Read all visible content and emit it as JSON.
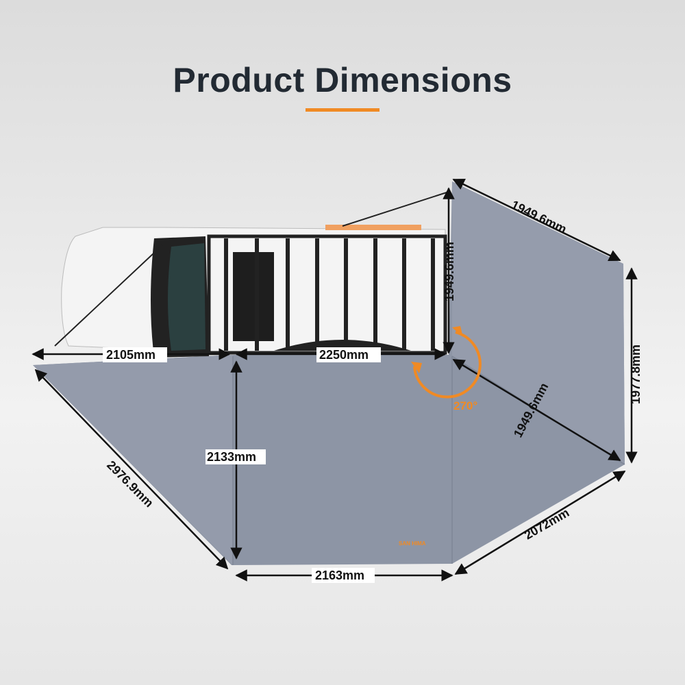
{
  "title": "Product Dimensions",
  "accent_color": "#f08a24",
  "awning_color": "#8c94a4",
  "brand_logo": "SAN HIMA",
  "dimensions": {
    "top_right_edge": "1949.6mm",
    "vertical_side": "1949.6mm",
    "right_side": "1977.8mm",
    "diagonal": "1949.6mm",
    "front": "2105mm",
    "car_side": "2250mm",
    "depth": "2133mm",
    "left_diagonal": "2976.9mm",
    "bottom": "2163mm",
    "bottom_right": "2072mm",
    "angle": "270°"
  }
}
